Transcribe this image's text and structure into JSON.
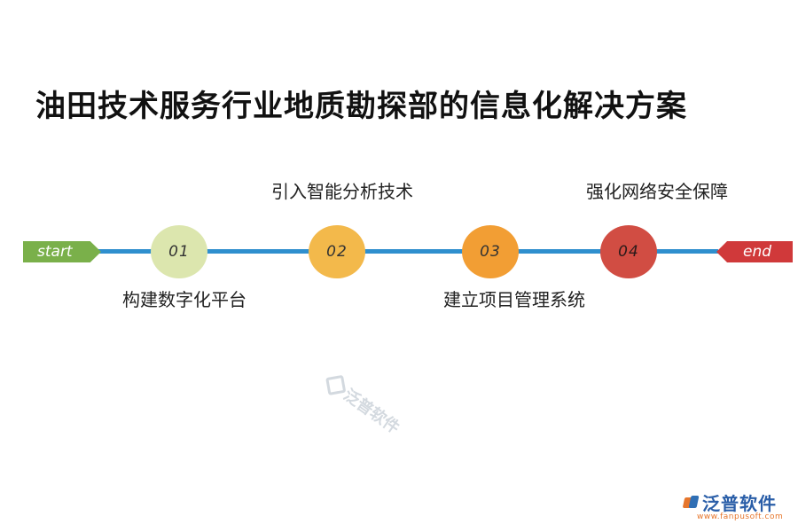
{
  "title": "油田技术服务行业地质勘探部的信息化解决方案",
  "timeline": {
    "start_label": "start",
    "end_label": "end",
    "steps": [
      {
        "number": "01",
        "label": "构建数字化平台",
        "position": "below",
        "color": "#dce6ae"
      },
      {
        "number": "02",
        "label": "引入智能分析技术",
        "position": "above",
        "color": "#f3b94b"
      },
      {
        "number": "03",
        "label": "建立项目管理系统",
        "position": "below",
        "color": "#f29e34"
      },
      {
        "number": "04",
        "label": "强化网络安全保障",
        "position": "above",
        "color": "#d14d43"
      }
    ],
    "line_color": "#2f8fce",
    "start_color": "#7ab04a",
    "end_color": "#d0393a"
  },
  "watermark": {
    "text": "泛普软件"
  },
  "logo": {
    "name": "泛普软件",
    "url": "www.fanpusoft.com"
  }
}
